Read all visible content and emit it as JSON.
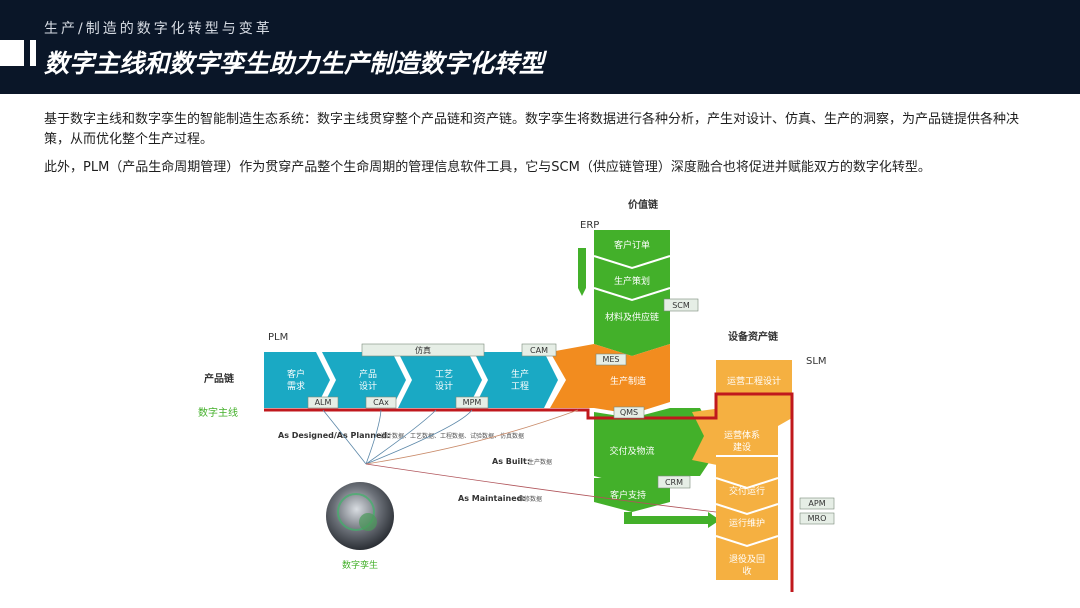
{
  "header": {
    "eyebrow": "生产/制造的数字化转型与变革",
    "title": "数字主线和数字孪生助力生产制造数字化转型"
  },
  "paragraphs": [
    "基于数字主线和数字孪生的智能制造生态系统：数字主线贯穿整个产品链和资产链。数字孪生将数据进行各种分析，产生对设计、仿真、生产的洞察，为产品链提供各种决策，从而优化整个生产过程。",
    "此外，PLM（产品生命周期管理）作为贯穿产品整个生命周期的管理信息软件工具，它与SCM（供应链管理）深度融合也将促进并赋能双方的数字化转型。"
  ],
  "diagram": {
    "value_chain": "价值链",
    "erp": "ERP",
    "plm": "PLM",
    "slm": "SLM",
    "product_chain": "产品链",
    "digital_thread": "数字主线",
    "asset_chain": "设备资产链",
    "digital_twin": "数字孪生",
    "product_steps": [
      {
        "l1": "客户",
        "l2": "需求"
      },
      {
        "l1": "产品",
        "l2": "设计"
      },
      {
        "l1": "工艺",
        "l2": "设计"
      },
      {
        "l1": "生产",
        "l2": "工程"
      }
    ],
    "value_steps": [
      "客户订单",
      "生产策划",
      "材料及供应链"
    ],
    "manufacturing": "生产制造",
    "delivery": "交付及物流",
    "support": "客户支持",
    "asset_steps": [
      "运营工程设计",
      "运营体系",
      "建设",
      "交付运行",
      "运行维护",
      "退役及回",
      "收"
    ],
    "tags": {
      "sim": "仿真",
      "cam": "CAM",
      "alm": "ALM",
      "cax": "CAx",
      "mpm": "MPM",
      "scm": "SCM",
      "mes": "MES",
      "qms": "QMS",
      "crm": "CRM",
      "apm": "APM",
      "mro": "MRO"
    },
    "annotations": {
      "as_designed": "As Designed/As Planned:",
      "as_designed_sub": "设计数据、工艺数据、工程数据、试验数据、仿真数据",
      "as_built": "As Built:",
      "as_built_sub": "生产数据",
      "as_maintained": "As Maintained:",
      "as_maintained_sub": "维修数据"
    },
    "colors": {
      "teal": "#1aa9c4",
      "green": "#43b02a",
      "orange": "#f28c1f",
      "light_orange": "#f5b041",
      "red": "#c0181d"
    }
  }
}
